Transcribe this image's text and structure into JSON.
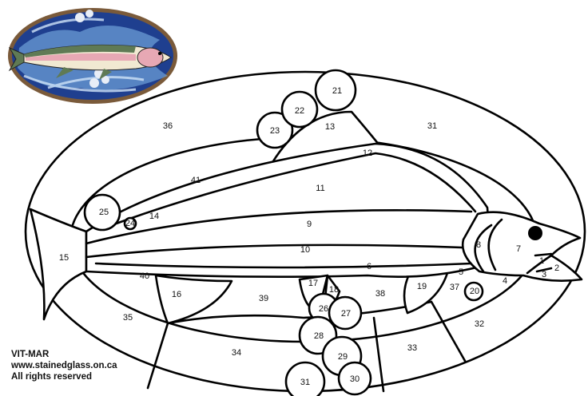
{
  "credit": {
    "line1": "VIT-MAR",
    "line2": "www.stainedglass.on.ca",
    "line3": "All rights reserved"
  },
  "colors": {
    "water_dark": "#1f3f8f",
    "water_light": "#6fa3d8",
    "fish_back": "#5f7a55",
    "fish_stripe": "#e7a8b4",
    "fish_belly": "#f1e9d2",
    "frame": "#7a5a3a",
    "eye": "#000000"
  },
  "pieces": {
    "p1": "1",
    "p2": "2",
    "p3": "3",
    "p4": "4",
    "p5": "5",
    "p6": "6",
    "p7": "7",
    "p8": "8",
    "p9": "9",
    "p10": "10",
    "p11": "11",
    "p12": "12",
    "p13": "13",
    "p14": "14",
    "p15": "15",
    "p16": "16",
    "p17": "17",
    "p18": "18",
    "p19": "19",
    "p20": "20",
    "p21": "21",
    "p22": "22",
    "p23": "23",
    "p24": "24",
    "p25": "25",
    "p26": "26",
    "p27": "27",
    "p28": "28",
    "p29": "29",
    "p30": "30",
    "p31a": "31",
    "p31b": "31",
    "p32": "32",
    "p33": "33",
    "p34": "34",
    "p35": "35",
    "p36": "36",
    "p37": "37",
    "p38": "38",
    "p39": "39",
    "p40": "40",
    "p41": "41"
  }
}
